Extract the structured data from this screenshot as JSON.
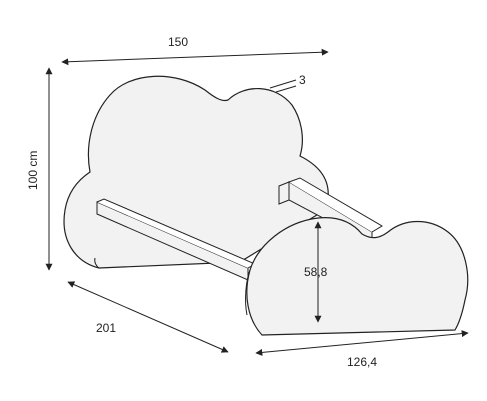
{
  "dimensions": {
    "top_width": "150",
    "height": "100 cm",
    "thickness": "3",
    "length": "201",
    "inner_height": "58,8",
    "front_width": "126,4"
  },
  "colors": {
    "line": "#222222",
    "fill": "#f2f2f2",
    "background": "#ffffff"
  }
}
